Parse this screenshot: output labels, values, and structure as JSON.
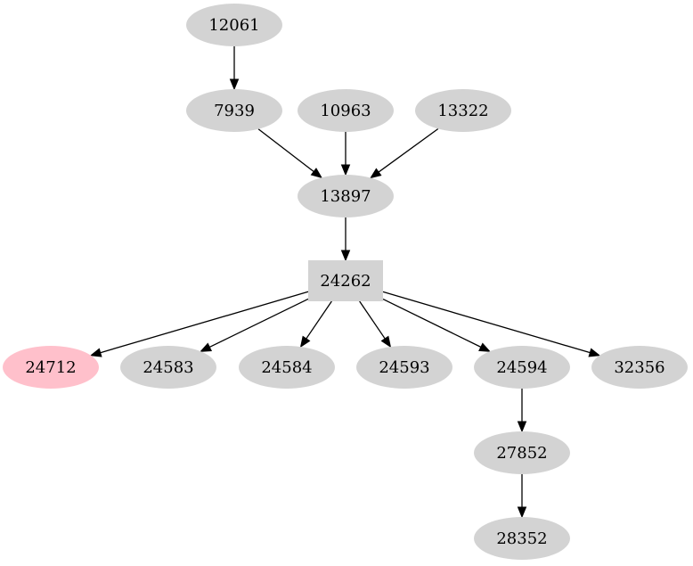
{
  "graph": {
    "default_node_color": "#d3d3d3",
    "highlight_node_color": "#ffc0cb",
    "edge_color": "#000000",
    "nodes": [
      {
        "id": "12061",
        "label": "12061",
        "shape": "ellipse"
      },
      {
        "id": "7939",
        "label": "7939",
        "shape": "ellipse"
      },
      {
        "id": "10963",
        "label": "10963",
        "shape": "ellipse"
      },
      {
        "id": "13322",
        "label": "13322",
        "shape": "ellipse"
      },
      {
        "id": "13897",
        "label": "13897",
        "shape": "ellipse"
      },
      {
        "id": "24262",
        "label": "24262",
        "shape": "box"
      },
      {
        "id": "24712",
        "label": "24712",
        "shape": "ellipse",
        "highlighted": true
      },
      {
        "id": "24583",
        "label": "24583",
        "shape": "ellipse"
      },
      {
        "id": "24584",
        "label": "24584",
        "shape": "ellipse"
      },
      {
        "id": "24593",
        "label": "24593",
        "shape": "ellipse"
      },
      {
        "id": "24594",
        "label": "24594",
        "shape": "ellipse"
      },
      {
        "id": "32356",
        "label": "32356",
        "shape": "ellipse"
      },
      {
        "id": "27852",
        "label": "27852",
        "shape": "ellipse"
      },
      {
        "id": "28352",
        "label": "28352",
        "shape": "ellipse"
      }
    ],
    "edges": [
      {
        "from": "12061",
        "to": "7939"
      },
      {
        "from": "7939",
        "to": "13897"
      },
      {
        "from": "10963",
        "to": "13897"
      },
      {
        "from": "13322",
        "to": "13897"
      },
      {
        "from": "13897",
        "to": "24262"
      },
      {
        "from": "24262",
        "to": "24712"
      },
      {
        "from": "24262",
        "to": "24583"
      },
      {
        "from": "24262",
        "to": "24584"
      },
      {
        "from": "24262",
        "to": "24593"
      },
      {
        "from": "24262",
        "to": "24594"
      },
      {
        "from": "24262",
        "to": "32356"
      },
      {
        "from": "24594",
        "to": "27852"
      },
      {
        "from": "27852",
        "to": "28352"
      }
    ]
  }
}
